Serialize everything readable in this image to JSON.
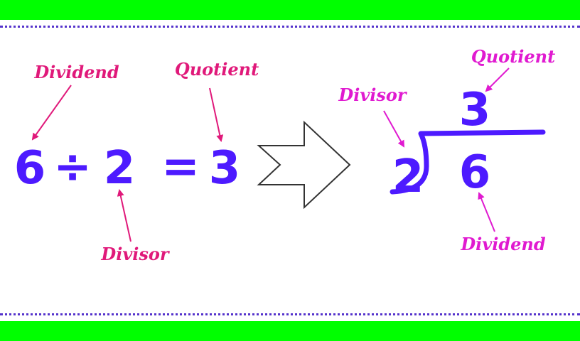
{
  "colors": {
    "band": "#00ff00",
    "dots": "#5533cc",
    "number": "#4d1aff",
    "label_left": "#e0197a",
    "label_right": "#e01ad0",
    "arrow_left": "#e0197a",
    "arrow_right": "#e01ad0",
    "big_arrow_stroke": "#333333"
  },
  "equation": {
    "dividend": "6",
    "operator": "÷",
    "divisor": "2",
    "equals": "=",
    "quotient": "3"
  },
  "labels_left": {
    "dividend": "Dividend",
    "quotient": "Quotient",
    "divisor": "Divisor"
  },
  "long_division": {
    "quotient": "3",
    "divisor": "2",
    "dividend": "6",
    "labels": {
      "quotient": "Quotient",
      "divisor": "Divisor",
      "dividend": "Dividend"
    }
  }
}
